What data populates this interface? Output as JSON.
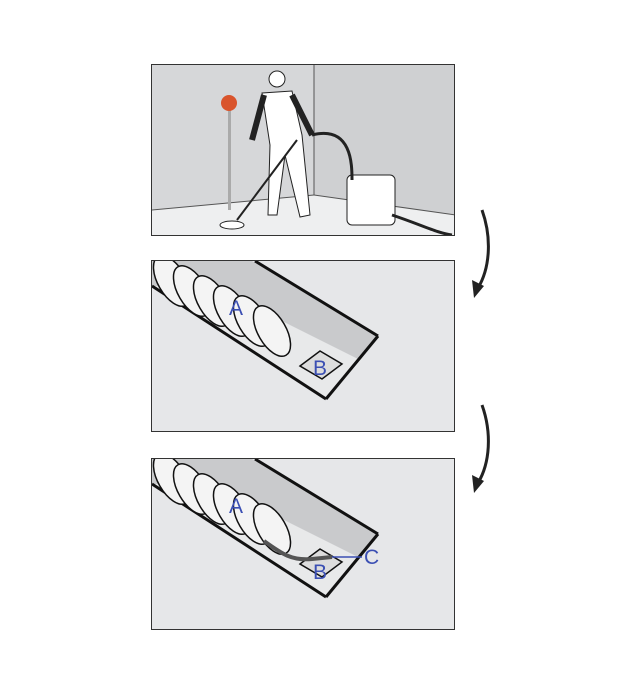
{
  "labels": {
    "hose": "A",
    "channel_box": "B",
    "connector": "C"
  },
  "colors": {
    "label": "#3b4fb3",
    "alarm_light": "#d9542c",
    "panel_bg": "#e6e7e9"
  },
  "steps": [
    {
      "scene": "worker-vacuuming"
    },
    {
      "scene": "hose-in-channel"
    },
    {
      "scene": "hose-connected-to-box"
    }
  ]
}
